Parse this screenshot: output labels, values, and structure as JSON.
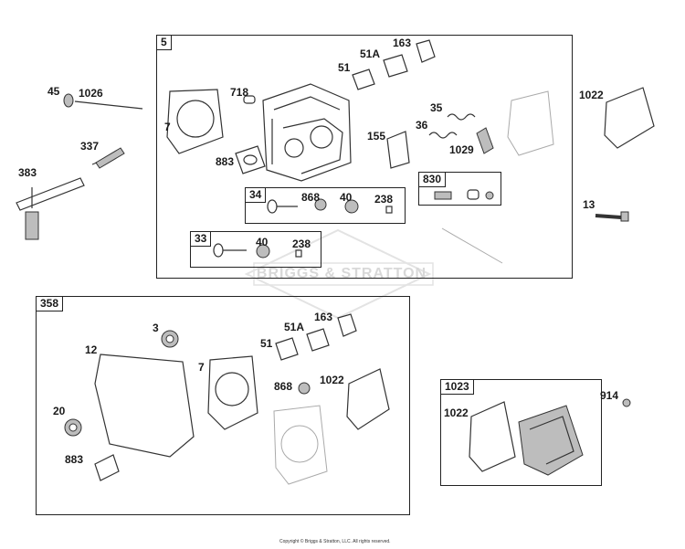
{
  "boxes": {
    "box5": "5",
    "box34": "34",
    "box830": "830",
    "box33": "33",
    "box358": "358",
    "box1023": "1023"
  },
  "labels": {
    "l45": "45",
    "l1026": "1026",
    "l337": "337",
    "l383": "383",
    "l718": "718",
    "l7a": "7",
    "l883a": "883",
    "l51a": "51",
    "l51Aa": "51A",
    "l163a": "163",
    "l155": "155",
    "l35": "35",
    "l36": "36",
    "l1029": "1029",
    "l1022a": "1022",
    "l13": "13",
    "l868a": "868",
    "l40a": "40",
    "l238a": "238",
    "l40b": "40",
    "l238b": "238",
    "l3": "3",
    "l12": "12",
    "l7b": "7",
    "l20": "20",
    "l883b": "883",
    "l51b": "51",
    "l51Ab": "51A",
    "l163b": "163",
    "l868b": "868",
    "l1022b": "1022",
    "l1022c": "1022",
    "l914": "914"
  },
  "watermark": "BRIGGS & STRATTON",
  "copyright": "Copyright © Briggs & Stratton, LLC. All rights reserved."
}
